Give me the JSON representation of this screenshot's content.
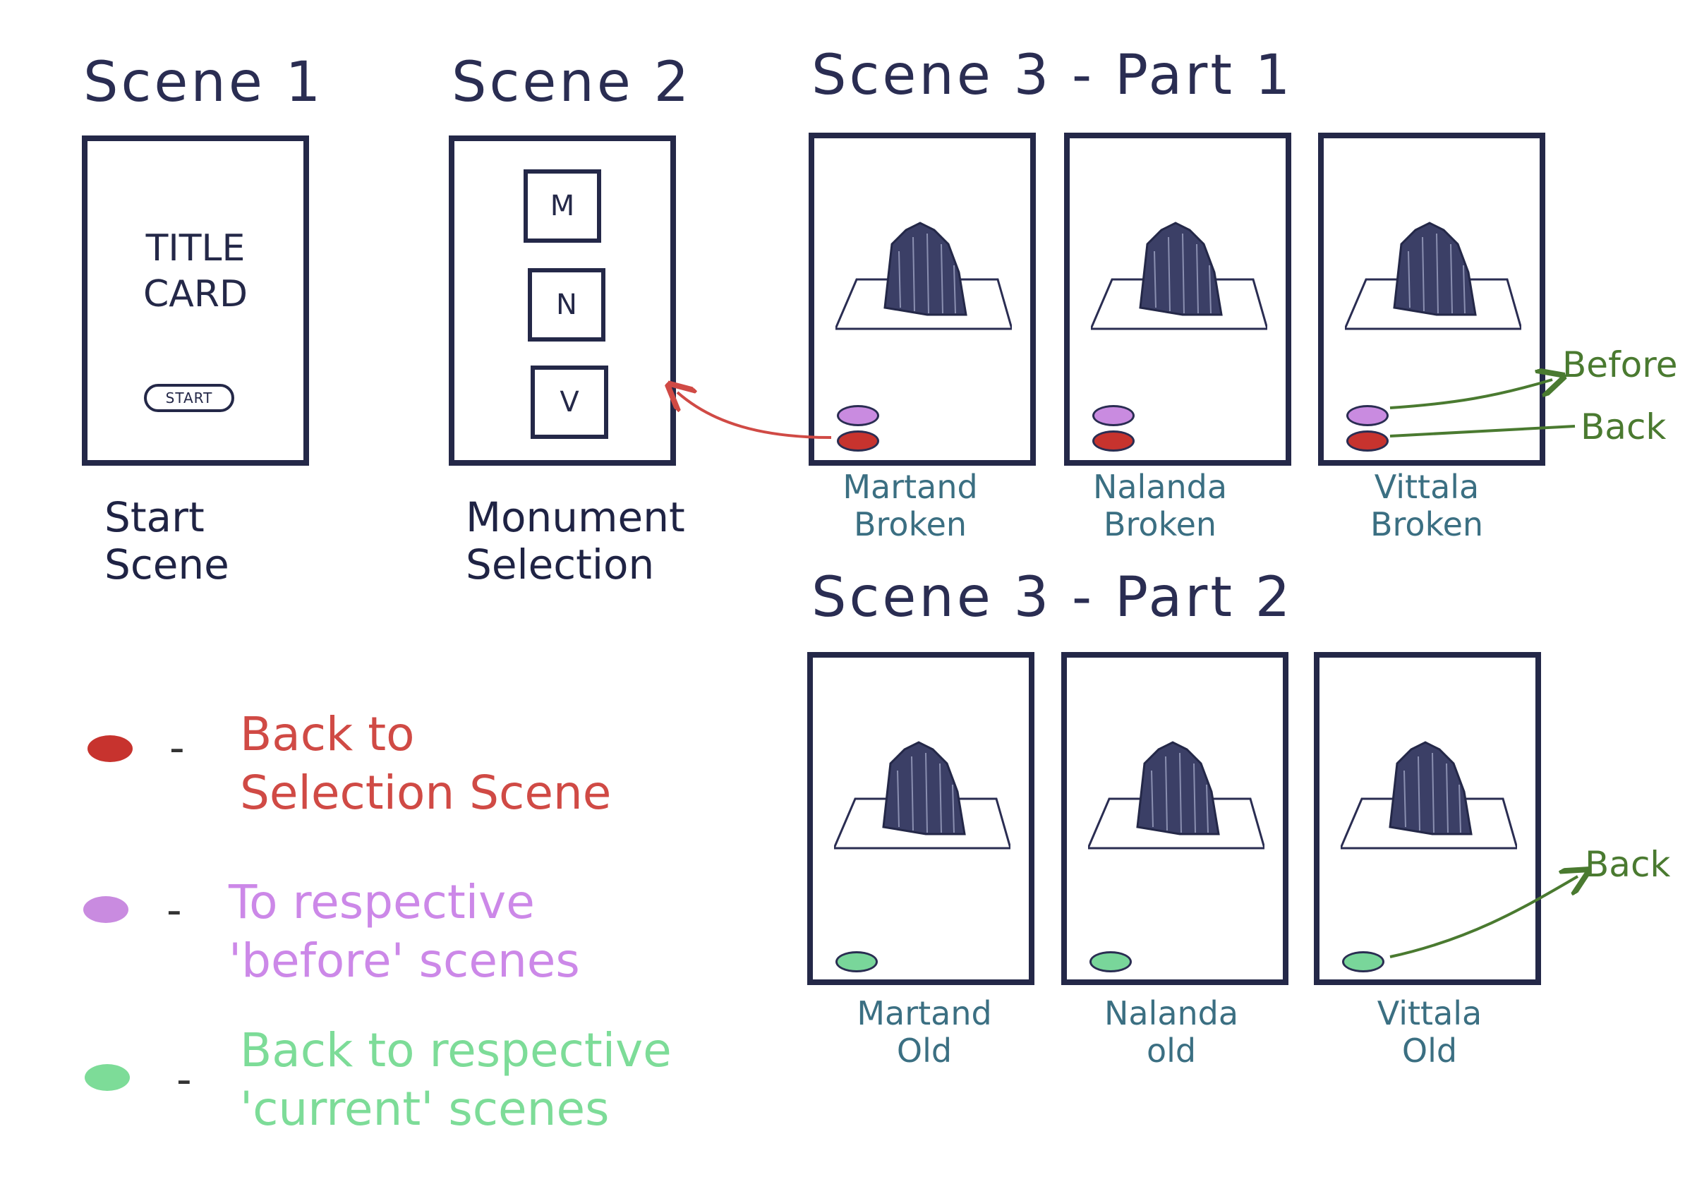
{
  "scenes": {
    "scene1": {
      "heading": "Scene 1",
      "title_card": "TITLE\nCARD",
      "start_button": "START",
      "caption": "Start\nScene"
    },
    "scene2": {
      "heading": "Scene 2",
      "buttons": [
        "M",
        "N",
        "V"
      ],
      "caption": "Monument\nSelection"
    },
    "scene3_part1": {
      "heading": "Scene 3 - Part 1",
      "screens": [
        {
          "caption": "Martand\nBroken"
        },
        {
          "caption": "Nalanda\nBroken"
        },
        {
          "caption": "Vittala\nBroken"
        }
      ]
    },
    "scene3_part2": {
      "heading": "Scene 3 - Part 2",
      "screens": [
        {
          "caption": "Martand\nOld"
        },
        {
          "caption": "Nalanda\nold"
        },
        {
          "caption": "Vittala\nOld"
        }
      ]
    }
  },
  "annotations": {
    "before": "Before",
    "back_part1": "Back",
    "back_part2": "Back"
  },
  "legend": [
    {
      "dash": "-",
      "text": "Back to\nSelection Scene",
      "color": "#d04a45"
    },
    {
      "dash": "-",
      "text": "To respective\n'before' scenes",
      "color": "#cc88e8"
    },
    {
      "dash": "-",
      "text": "Back to respective\n'current' scenes",
      "color": "#7ddc98"
    }
  ],
  "colors": {
    "ink": "#242848",
    "red_button": "#c7332e",
    "purple_button": "#c98be0",
    "green_button": "#79d69a",
    "arrow_red": "#d04a45",
    "arrow_green": "#4a7a30"
  },
  "icons": {
    "monument": "monument-sketch-icon"
  }
}
